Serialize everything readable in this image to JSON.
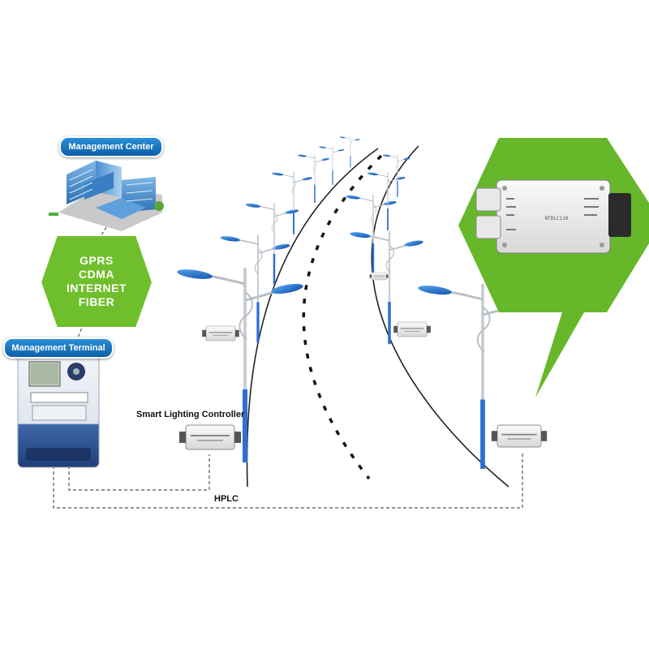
{
  "management_center": {
    "label": "Management Center"
  },
  "network": {
    "lines": [
      "GPRS",
      "CDMA",
      "INTERNET",
      "FIBER"
    ]
  },
  "management_terminal": {
    "label": "Management Terminal"
  },
  "controller": {
    "label": "Smart Lighting Controller",
    "device_code": "NTDLC110"
  },
  "link": {
    "label": "HPLC"
  },
  "colors": {
    "accent_blue": "#1a7fd0",
    "hexagon_green": "#6fbe2c",
    "callout_green": "#66b82a",
    "pole_blue": "#2e6fd0",
    "road_line": "#222222"
  }
}
